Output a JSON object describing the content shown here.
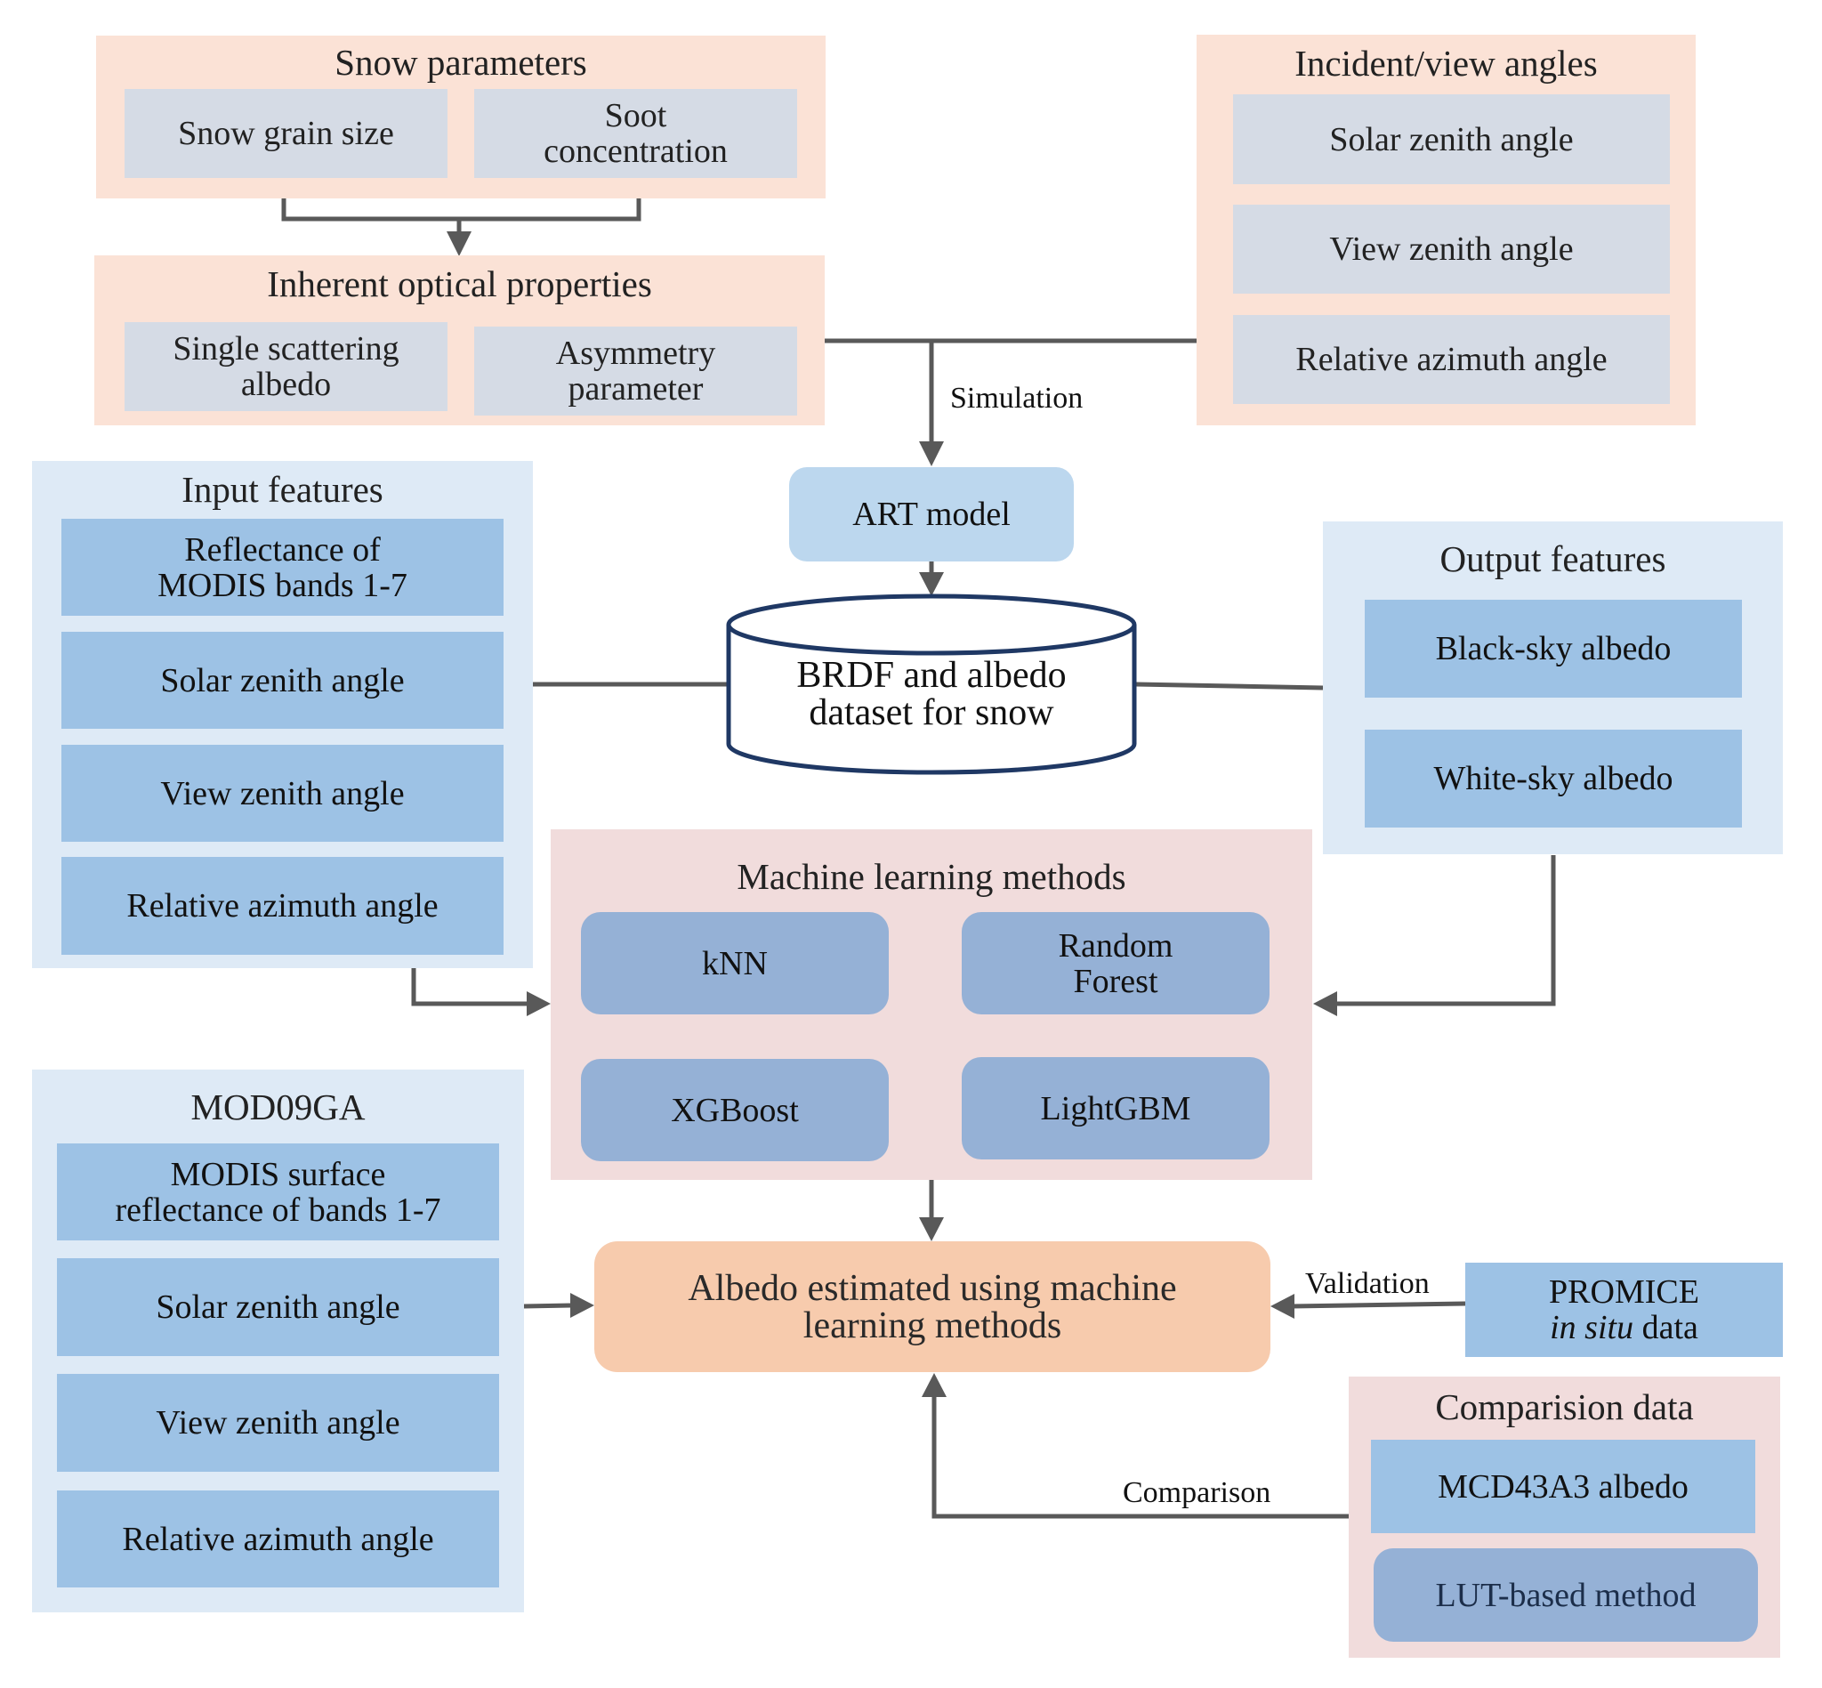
{
  "snow_parameters": {
    "title": "Snow parameters",
    "items": [
      "Snow grain size",
      "Soot\nconcentration"
    ]
  },
  "inherent_optical_properties": {
    "title": "Inherent optical properties",
    "items": [
      "Single scattering\nalbedo",
      "Asymmetry\nparameter"
    ]
  },
  "incident_view_angles": {
    "title": "Incident/view angles",
    "items": [
      "Solar zenith angle",
      "View zenith angle",
      "Relative azimuth angle"
    ]
  },
  "simulation_label": "Simulation",
  "art_model": "ART model",
  "dataset": "BRDF and albedo\ndataset for snow",
  "input_features": {
    "title": "Input features",
    "items": [
      "Reflectance of\nMODIS bands 1-7",
      "Solar zenith angle",
      "View zenith angle",
      "Relative azimuth angle"
    ]
  },
  "output_features": {
    "title": "Output features",
    "items": [
      "Black-sky albedo",
      "White-sky albedo"
    ]
  },
  "ml_methods": {
    "title": "Machine learning methods",
    "items": [
      "kNN",
      "Random\nForest",
      "XGBoost",
      "LightGBM"
    ]
  },
  "mod09ga": {
    "title": "MOD09GA",
    "items": [
      "MODIS surface\nreflectance of bands 1-7",
      "Solar zenith angle",
      "View zenith angle",
      "Relative azimuth angle"
    ]
  },
  "albedo_estimated": "Albedo estimated using machine\nlearning methods",
  "validation_label": "Validation",
  "promice": {
    "line1": "PROMICE",
    "line2_italic": "in situ",
    "line2_rest": " data"
  },
  "comparison_label": "Comparison",
  "comparison_data": {
    "title": "Comparision data",
    "items": [
      "MCD43A3 albedo",
      "LUT-based method"
    ]
  },
  "colors": {
    "peach_group": "#fbe2d6",
    "grey_cell": "#d5dbe5",
    "lightblue_group": "#deeaf6",
    "blue_cell": "#9dc2e5",
    "steel_cell": "#95b1d6",
    "pink_group": "#f1dcdc",
    "orange_result": "#f7cbad",
    "connector": "#595959",
    "cylinder_stroke": "#1f3864"
  }
}
